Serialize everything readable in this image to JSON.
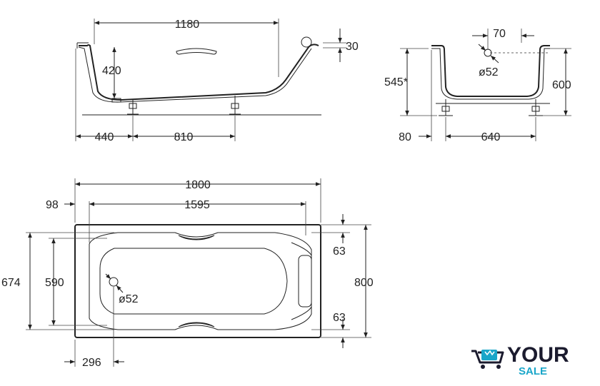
{
  "dimensions": {
    "side_top_length": "1180",
    "side_rim_depth": "30",
    "side_inner_depth": "420",
    "side_offset_left": "440",
    "side_leg_spacing": "810",
    "end_drain_offset": "70",
    "end_drain_dia": "ø52",
    "end_height_star": "545*",
    "end_total_height": "600",
    "end_offset_left": "80",
    "end_leg_spacing": "640",
    "top_total_length": "1800",
    "top_offset_left": "98",
    "top_inner_length": "1595",
    "top_total_width": "800",
    "top_inner_width_outer": "674",
    "top_inner_width_inner": "590",
    "top_margin_upper": "63",
    "top_margin_lower": "63",
    "top_drain_dia": "ø52",
    "top_drain_offset": "296"
  },
  "logo": {
    "word_1": "YOUR",
    "word_2": "SALE",
    "icon": "shopping-cart-icon",
    "color_dark": "#1b1b2e",
    "color_accent": "#1aa6c9"
  }
}
